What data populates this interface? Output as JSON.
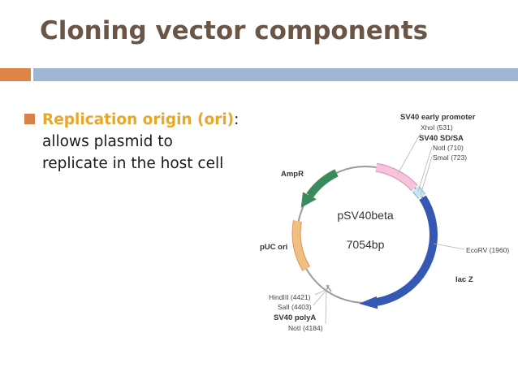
{
  "slide": {
    "title": "Cloning vector components"
  },
  "bullet": {
    "term": "Replication origin (ori)",
    "colon": ":",
    "line1": "allows plasmid to",
    "line2": "replicate in the host cell"
  },
  "plasmid": {
    "name": "pSV40beta",
    "size": "7054bp",
    "features": {
      "sv40_early_promoter": "SV40 early promoter",
      "xhoi": "XhoI (531)",
      "sv40_sdsa": "SV40 SD/SA",
      "noti_710": "NotI (710)",
      "smai": "SmaI (723)",
      "ampr": "AmpR",
      "puc_ori": "pUC ori",
      "ecorv": "EcoRV (1960)",
      "lacz": "lac Z",
      "hindiii": "HindIII (4421)",
      "sali": "SalI (4403)",
      "sv40_polya": "SV40 polyA",
      "noti_4184": "NotI (4184)"
    }
  },
  "colors": {
    "title": "#6b5547",
    "accent_orange": "#df8447",
    "accent_blue": "#9db7d3",
    "highlight": "#e7a82a",
    "lacz_arrow": "#3558b5",
    "ampr_arrow": "#3a8a5e",
    "ori_segment": "#f1bf83",
    "promoter_segment": "#f5c4db",
    "sdsa_segment": "#c7e6f3",
    "backbone": "#9a9aa2"
  }
}
